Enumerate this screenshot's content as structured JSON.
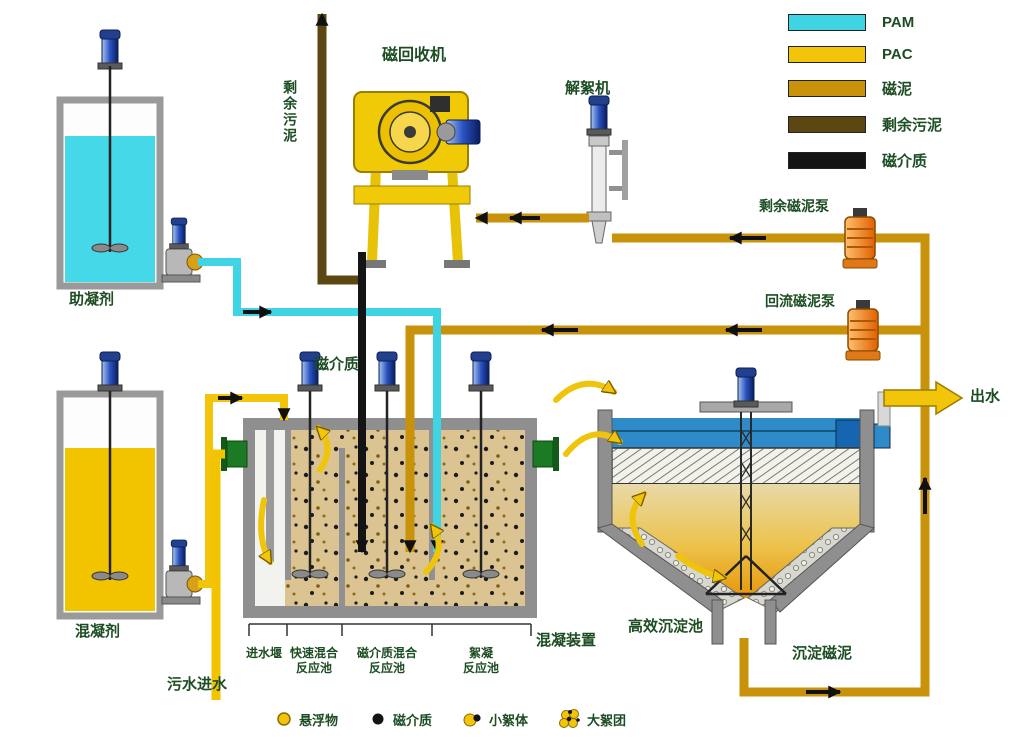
{
  "colors": {
    "pam": "#3fd4e4",
    "pac": "#f2c40a",
    "magnetic_sludge": "#c8920a",
    "surplus_sludge": "#5c4612",
    "magnetic_media": "#141414",
    "label": "#1d4d23"
  },
  "legend": {
    "items": [
      {
        "label": "PAM",
        "color": "#3fd4e4"
      },
      {
        "label": "PAC",
        "color": "#f2c40a"
      },
      {
        "label": "磁泥",
        "color": "#c8920a"
      },
      {
        "label": "剩余污泥",
        "color": "#5c4612"
      },
      {
        "label": "磁介质",
        "color": "#141414"
      }
    ]
  },
  "labels": {
    "coagulant_aid": "助凝剂",
    "coagulant": "混凝剂",
    "magnetic_recovery_machine": "磁回收机",
    "deflocculator": "解絮机",
    "surplus_sludge": "剩余污泥",
    "magnetic_media": "磁介质",
    "surplus_sludge_pump": "剩余磁泥泵",
    "return_sludge_pump": "回流磁泥泵",
    "effluent": "出水",
    "sedimentation_tank": "高效沉淀池",
    "settled_magnetic_sludge": "沉淀磁泥",
    "sewage_inlet": "污水进水",
    "coagulation_device": "混凝装置",
    "section_inlet_weir": "进水堰",
    "section_rapid_mix": "快速混合\n反应池",
    "section_magnetic_mix": "磁介质混合\n反应池",
    "section_flocculation": "絮凝\n反应池"
  },
  "bottom_legend": {
    "items": [
      {
        "label": "悬浮物"
      },
      {
        "label": "磁介质"
      },
      {
        "label": "小絮体"
      },
      {
        "label": "大絮团"
      }
    ]
  }
}
